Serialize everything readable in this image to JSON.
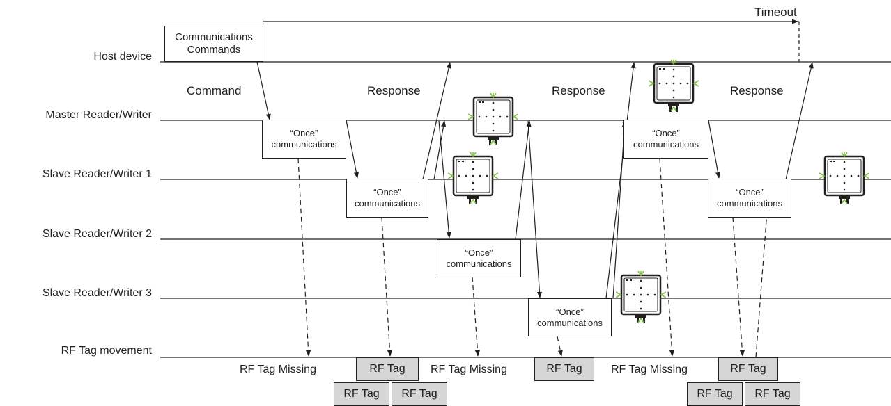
{
  "timeout_label": "Timeout",
  "host_box": {
    "line1": "Communications",
    "line2": "Commands"
  },
  "lanes": [
    "Host device",
    "Master Reader/Writer",
    "Slave Reader/Writer 1",
    "Slave Reader/Writer 2",
    "Slave Reader/Writer 3",
    "RF Tag movement"
  ],
  "labels": {
    "command": "Command",
    "response": "Response"
  },
  "once_box": {
    "line1": "“Once”",
    "line2": "communications"
  },
  "rf_tag": "RF Tag",
  "rf_tag_missing": "RF Tag Missing",
  "colors": {
    "line": "#231f20",
    "tag_fill": "#d6d6d6",
    "device_indicator": "#7dc142"
  },
  "device_icon": "reader-writer-antenna-icon"
}
